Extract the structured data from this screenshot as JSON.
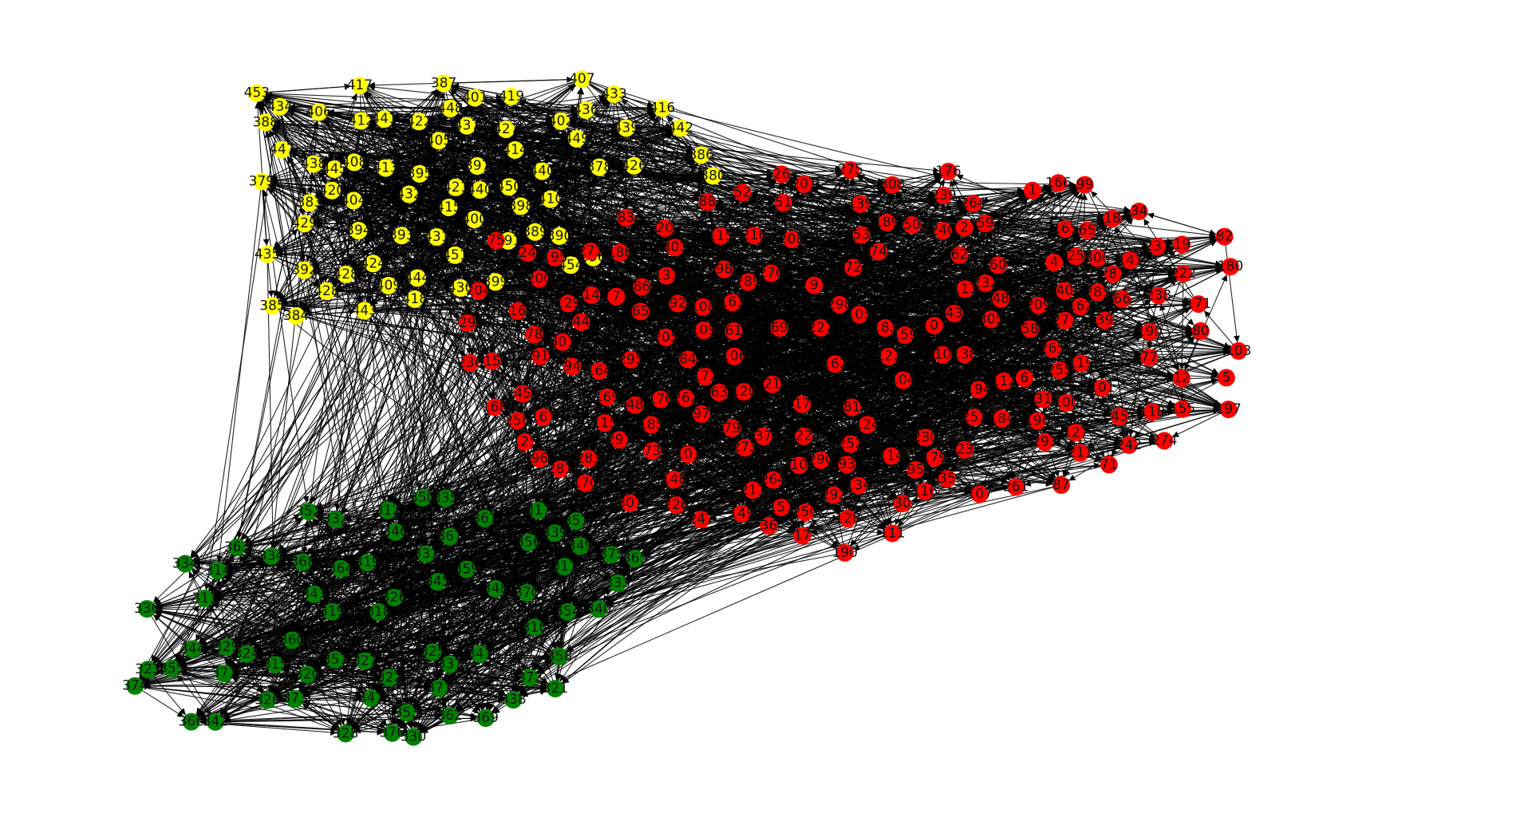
{
  "colors": {
    "yellow": "#ffff00",
    "red": "#ff0000",
    "green": "#007f00",
    "edge": "#000000"
  },
  "groups": {
    "yellow": [
      "440",
      "390",
      "421",
      "432",
      "416",
      "431",
      "437",
      "434",
      "391",
      "436",
      "444",
      "442",
      "392",
      "426",
      "448",
      "454",
      "418",
      "453",
      "384",
      "409",
      "410",
      "447",
      "439",
      "394",
      "405",
      "449",
      "438",
      "427",
      "422",
      "414",
      "412",
      "396",
      "443",
      "395",
      "430",
      "441",
      "435",
      "404",
      "378",
      "399",
      "398",
      "408",
      "387",
      "451",
      "393",
      "428",
      "415",
      "417",
      "413",
      "389",
      "445",
      "383",
      "397",
      "420",
      "385",
      "428",
      "401",
      "450",
      "380",
      "424",
      "419",
      "386",
      "433",
      "407",
      "400",
      "429",
      "402",
      "388",
      "440",
      "406",
      "379"
    ],
    "red": [
      "308",
      "24",
      "139",
      "283",
      "209",
      "74",
      "63",
      "134",
      "52",
      "205",
      "18",
      "242",
      "6",
      "264",
      "31",
      "4",
      "61",
      "118",
      "176",
      "94",
      "287",
      "104",
      "101",
      "106",
      "186",
      "190",
      "239",
      "48",
      "93",
      "169",
      "295",
      "125",
      "251",
      "122",
      "166",
      "105",
      "115",
      "298",
      "45",
      "25",
      "40",
      "149",
      "17",
      "305",
      "183",
      "277",
      "195",
      "14",
      "165",
      "111",
      "71",
      "162",
      "100",
      "171",
      "43",
      "75",
      "164",
      "5",
      "91",
      "72",
      "148",
      "23",
      "197",
      "80",
      "35",
      "290",
      "211",
      "51",
      "194",
      "112",
      "119",
      "127",
      "124",
      "12",
      "10",
      "297",
      "36",
      "21",
      "227",
      "162",
      "307",
      "190",
      "96",
      "10",
      "113",
      "16",
      "138",
      "101",
      "22",
      "34",
      "39",
      "204",
      "226",
      "120",
      "88",
      "172",
      "275",
      "128",
      "222",
      "17",
      "44",
      "2",
      "45",
      "9",
      "19",
      "129",
      "131",
      "50",
      "97",
      "99",
      "92",
      "86",
      "37",
      "60",
      "20",
      "73",
      "30",
      "115",
      "155",
      "208",
      "107",
      "98",
      "82",
      "301",
      "81",
      "292",
      "69",
      "87",
      "83",
      "179",
      "168",
      "255",
      "79",
      "285",
      "167",
      "141",
      "201",
      "271",
      "159",
      "247",
      "59",
      "189",
      "211",
      "109",
      "62",
      "184",
      "232",
      "29",
      "151",
      "231",
      "176",
      "77",
      "250",
      "103",
      "303",
      "84",
      "261",
      "65",
      "65",
      "116",
      "163",
      "78",
      "48",
      "281",
      "66",
      "7",
      "95",
      "58",
      "238",
      "1",
      "262",
      "216",
      "170",
      "114",
      "0",
      "15",
      "273",
      "264",
      "265",
      "289",
      "293",
      "306",
      "180",
      "200",
      "230",
      "240",
      "252",
      "256",
      "274",
      "276",
      "196",
      "108",
      "26",
      "53",
      "185",
      "236"
    ],
    "green": [
      "368",
      "316",
      "338",
      "371",
      "337",
      "311",
      "361",
      "340",
      "369",
      "370",
      "376",
      "336",
      "322",
      "311",
      "374",
      "320",
      "358",
      "333",
      "373",
      "326",
      "352",
      "319",
      "363",
      "353",
      "350",
      "344",
      "347",
      "329",
      "327",
      "362",
      "335",
      "367",
      "345",
      "346",
      "377",
      "366",
      "342",
      "356",
      "357",
      "325",
      "359",
      "354",
      "364",
      "321",
      "324",
      "323",
      "355",
      "360",
      "375",
      "331",
      "319",
      "348",
      "351",
      "332",
      "328",
      "343",
      "317",
      "341",
      "334",
      "330",
      "326",
      "334",
      "349",
      "365",
      "372",
      "314",
      "339",
      "315",
      "318",
      "312"
    ]
  }
}
